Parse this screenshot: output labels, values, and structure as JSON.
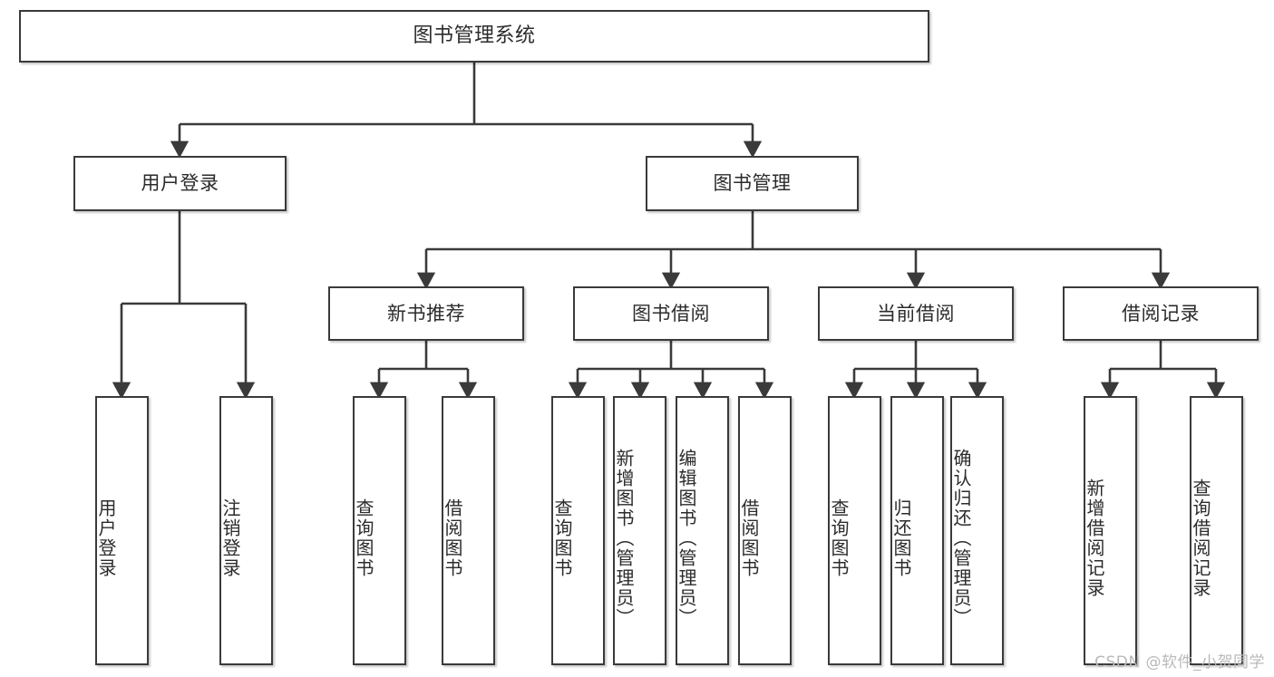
{
  "diagram": {
    "title": "图书管理系统",
    "type": "tree",
    "stroke_color": "#3a3a3a",
    "text_color": "#2b2b2b",
    "background_color": "#ffffff",
    "watermark": "CSDN @软件_小贺同学"
  },
  "nodes": {
    "root": {
      "label": "图书管理系统"
    },
    "level2": [
      {
        "id": "user-login",
        "label": "用户登录"
      },
      {
        "id": "book-manage",
        "label": "图书管理"
      }
    ],
    "level3": [
      {
        "id": "new-book-recommend",
        "label": "新书推荐"
      },
      {
        "id": "book-borrow",
        "label": "图书借阅"
      },
      {
        "id": "current-borrow",
        "label": "当前借阅"
      },
      {
        "id": "borrow-record",
        "label": "借阅记录"
      }
    ],
    "leaves": [
      {
        "id": "leaf-user-login",
        "label": "用户登录"
      },
      {
        "id": "leaf-logout-login",
        "label": "注销登录"
      },
      {
        "id": "leaf-query-book-1",
        "label": "查询图书"
      },
      {
        "id": "leaf-borrow-book-1",
        "label": "借阅图书"
      },
      {
        "id": "leaf-query-book-2",
        "label": "查询图书"
      },
      {
        "id": "leaf-add-book-admin",
        "label": "新增图书（管理员）"
      },
      {
        "id": "leaf-edit-book-admin",
        "label": "编辑图书（管理员）"
      },
      {
        "id": "leaf-borrow-book-2",
        "label": "借阅图书"
      },
      {
        "id": "leaf-query-book-3",
        "label": "查询图书"
      },
      {
        "id": "leaf-return-book",
        "label": "归还图书"
      },
      {
        "id": "leaf-confirm-return-admin",
        "label": "确认归还（管理员）"
      },
      {
        "id": "leaf-add-borrow-record",
        "label": "新增借阅记录"
      },
      {
        "id": "leaf-query-borrow-record",
        "label": "查询借阅记录"
      }
    ]
  }
}
